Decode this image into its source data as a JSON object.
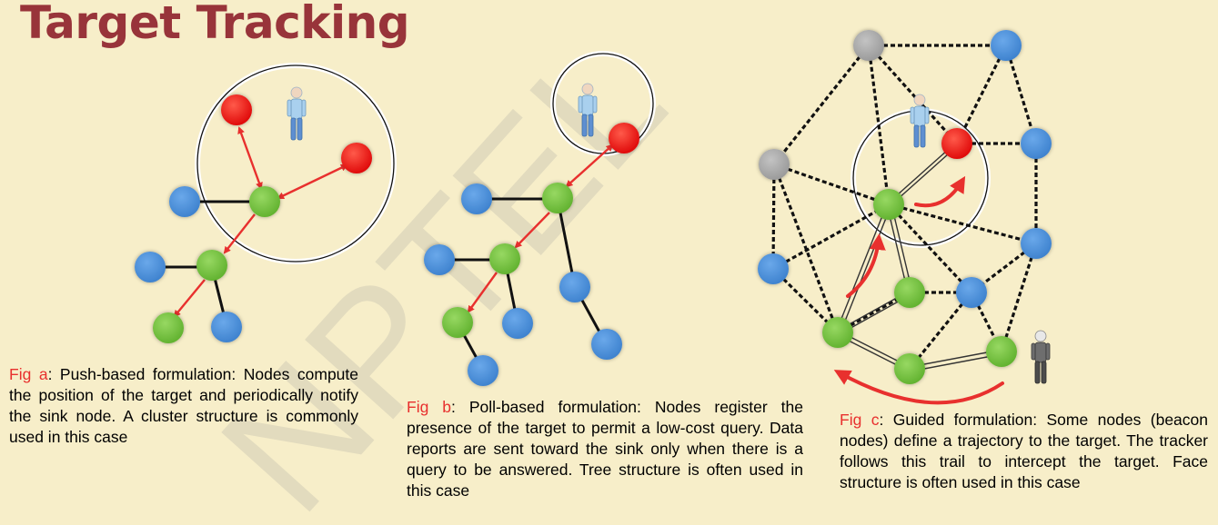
{
  "title": "Target Tracking",
  "colors": {
    "title": "#98343a",
    "background": "#f7eec9",
    "sink_node": "#e8100f",
    "cluster_node": "#74c043",
    "plain_node": "#4a8fd6",
    "inactive_node": "#a6a6a6",
    "arrow": "#e8302e",
    "caption_label": "#e8302e"
  },
  "icons": {
    "target": "person-icon",
    "tracker": "tracker-person-icon",
    "watermark": "NPTEL"
  },
  "captions": {
    "a": {
      "label": "Fig  a",
      "text": ":  Push-based  formulation:  Nodes compute  the  position  of  the  target  and periodically  notify  the  sink  node.  A  cluster structure is commonly used in this case"
    },
    "b": {
      "label": "Fig b",
      "text": ": Poll-based formulation: Nodes register the presence of the target to permit a low-cost query. Data reports are sent toward the sink only when there is a query to be answered. Tree structure is often used in this case"
    },
    "c": {
      "label": "Fig  c",
      "text": ":  Guided  formulation:  Some  nodes (beacon  nodes)  define  a  trajectory  to  the target.  The  tracker  follows  this  trail  to intercept  the  target.  Face  structure  is  often used in this case"
    }
  }
}
